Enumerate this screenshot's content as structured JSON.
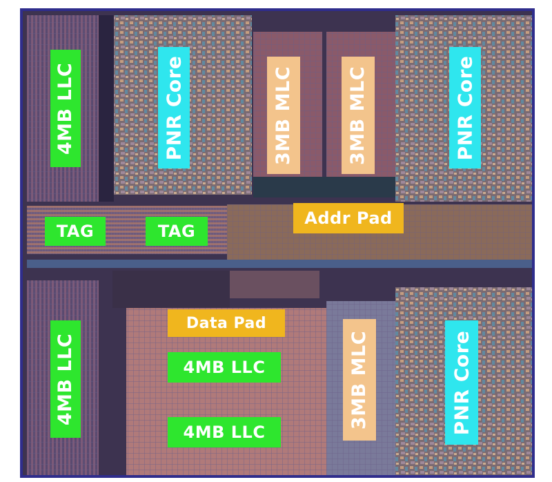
{
  "labels": {
    "llc_left_top": "4MB LLC",
    "llc_left_bottom": "4MB LLC",
    "llc_center_1": "4MB LLC",
    "llc_center_2": "4MB LLC",
    "tag_left": "TAG",
    "tag_right": "TAG",
    "core_top_left": "PNR Core",
    "core_top_right": "PNR Core",
    "core_bottom_right": "PNR Core",
    "mlc_top_left": "3MB MLC",
    "mlc_top_right": "3MB MLC",
    "mlc_bottom": "3MB MLC",
    "addr_pad": "Addr Pad",
    "data_pad": "Data Pad"
  },
  "colors": {
    "llc_label": "#2ee62e",
    "core_label": "#2fe6ee",
    "mlc_label": "#f3c48c",
    "pad_label": "#f0b61e",
    "die_border": "#2f2d8c"
  }
}
